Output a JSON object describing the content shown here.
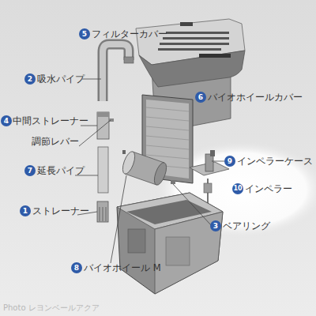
{
  "diagram": {
    "labels": [
      "5",
      "フィルターカバー",
      "2",
      "吸水パイプ",
      "6",
      "バイオホイールカバー",
      "4",
      "中間ストレーナー",
      "調節レバー",
      "9",
      "インペラーケース",
      "7",
      "延長パイプ",
      "10",
      "インペラー",
      "1",
      "ストレーナー",
      "3",
      "ベアリング",
      "8",
      "バイオホイール M",
      "Photo レヨンベールアクア"
    ]
  }
}
